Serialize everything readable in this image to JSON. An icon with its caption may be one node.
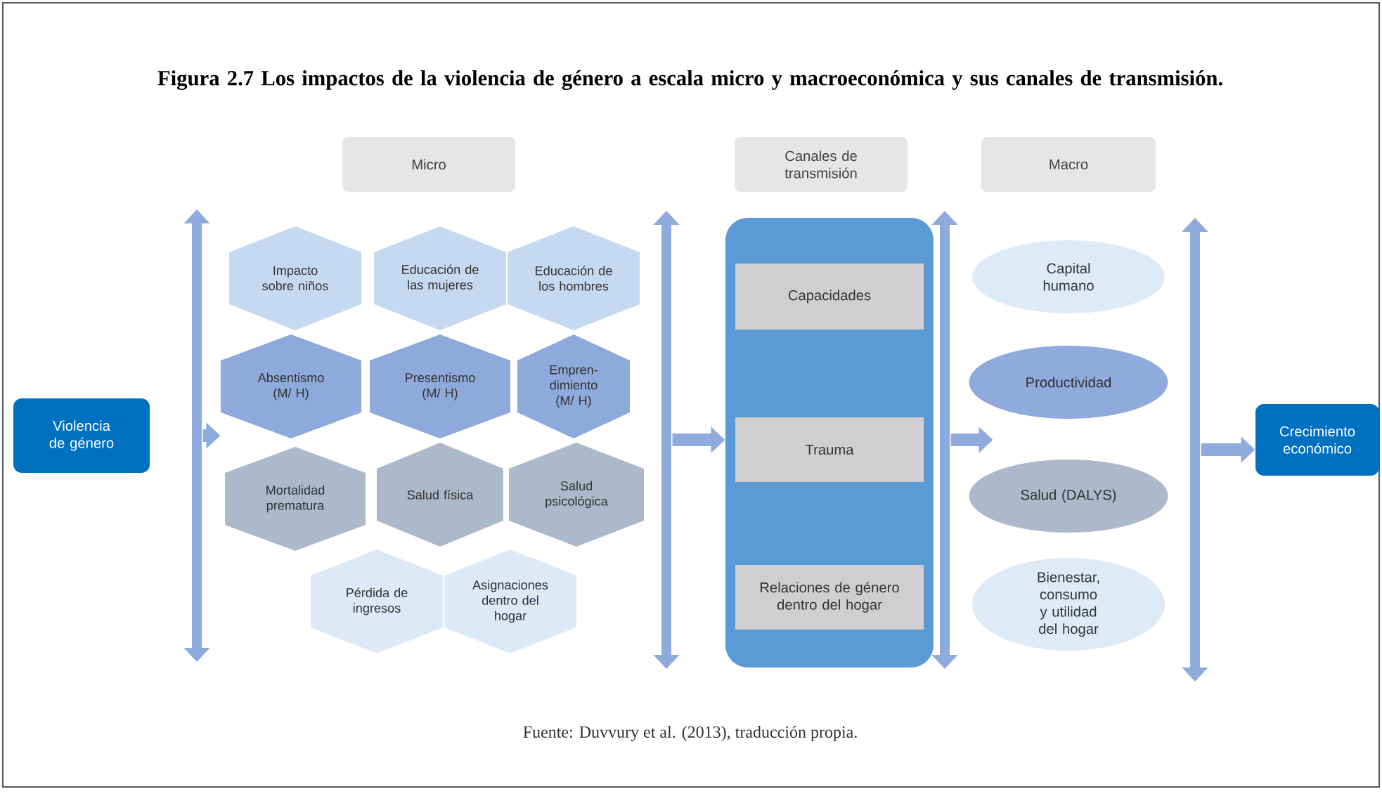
{
  "diagram": {
    "title": "Figura 2.7 Los impactos de la violencia de género a escala micro y macroeconómica y sus canales de transmisión.",
    "caption": "Fuente: Duvvury et al. (2013), traducción propia.",
    "nodes": [
      {
        "text": [
          "Violencia de género"
        ]
      },
      {
        "text": [],
        "shape": "bar"
      },
      {
        "text": [
          "Micro"
        ]
      },
      {
        "text": [
          "Impacto sobre niños"
        ]
      },
      {
        "text": [
          "Educación de las mujeres"
        ]
      },
      {
        "text": [
          "Educación de los hombres"
        ]
      },
      {
        "text": [
          "Absentismo (M/ H)"
        ]
      },
      {
        "text": [
          "Presentismo (M/ H)"
        ]
      },
      {
        "text": [
          "Empren-dimiento (M/ H)"
        ]
      },
      {
        "text": [
          "Mortalidad prematura"
        ]
      },
      {
        "text": [
          "Salud física"
        ]
      },
      {
        "text": [
          "Salud psicológica"
        ]
      },
      {
        "text": [
          "Pérdida de ingresos"
        ]
      },
      {
        "text": [
          "Asignaciones dentro del hogar"
        ]
      },
      {
        "text": [],
        "shape": "bar"
      },
      {
        "text": [
          "Canales de transmisión"
        ]
      },
      {
        "text": [],
        "shape": "box"
      },
      {
        "text": [
          "Capacidades"
        ],
        "in": 16
      },
      {
        "text": [
          "Trauma"
        ],
        "in": 16
      },
      {
        "text": [
          "Relaciones de género dentro del hogar"
        ],
        "in": 16
      },
      {
        "text": [],
        "shape": "bar"
      },
      {
        "text": [
          "Macro"
        ]
      },
      {
        "text": [
          "Capital humano"
        ]
      },
      {
        "text": [
          "Productividad"
        ]
      },
      {
        "text": [
          "Salud (DALYS)"
        ]
      },
      {
        "text": [
          "Bienestar, consumo y utilidad del hogar"
        ]
      },
      {
        "text": [],
        "shape": "bar"
      },
      {
        "text": [
          "Crecimiento económico"
        ]
      }
    ],
    "edges": [
      {
        "from": 1,
        "to": 6,
        "arrow": "to"
      },
      {
        "from": 14,
        "to": 16,
        "arrow": "to"
      },
      {
        "from": 20,
        "to": null,
        "arrow": "to"
      },
      {
        "from": 26,
        "to": 27,
        "arrow": "to"
      }
    ]
  }
}
